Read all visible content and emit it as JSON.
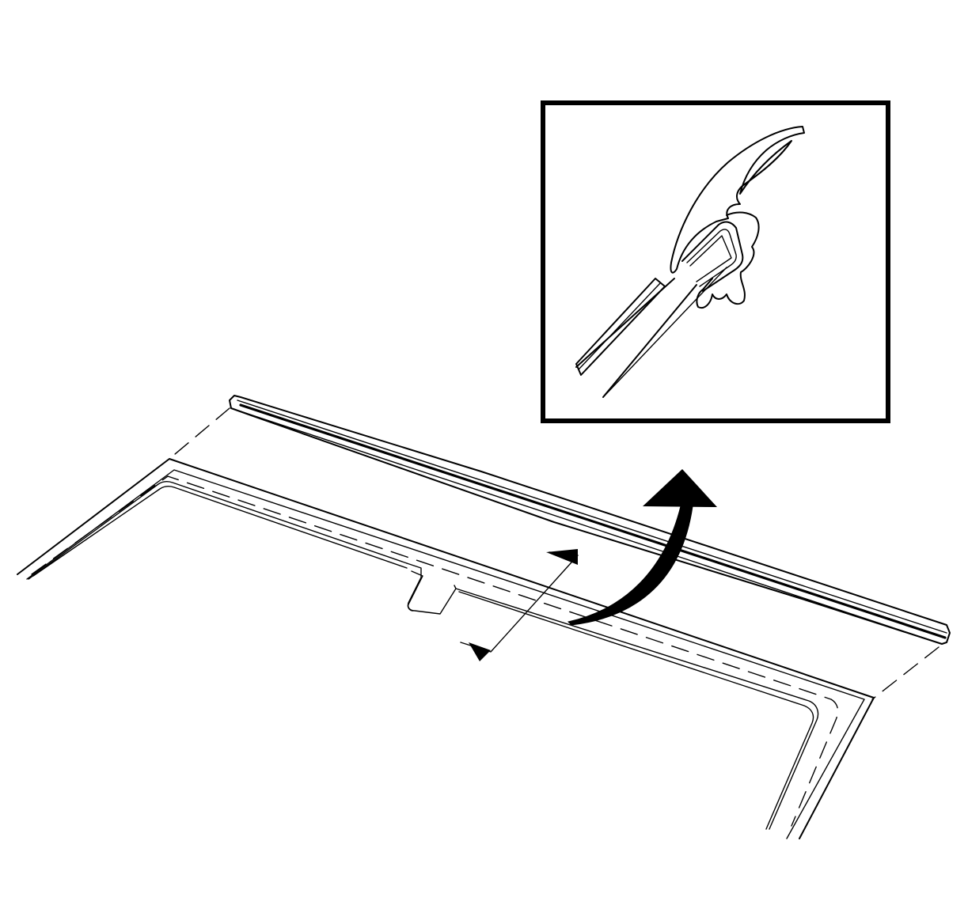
{
  "figure": {
    "kind": "line-art",
    "subject": "windshield-reveal-molding-installation",
    "colors": {
      "line": "#000000",
      "background": "#ffffff"
    },
    "callout": {
      "icon": "curved-arrow-icon",
      "points_to": "detail-inset"
    },
    "section_markers": {
      "icon": "triangle-marker-icon",
      "count": 2
    }
  }
}
